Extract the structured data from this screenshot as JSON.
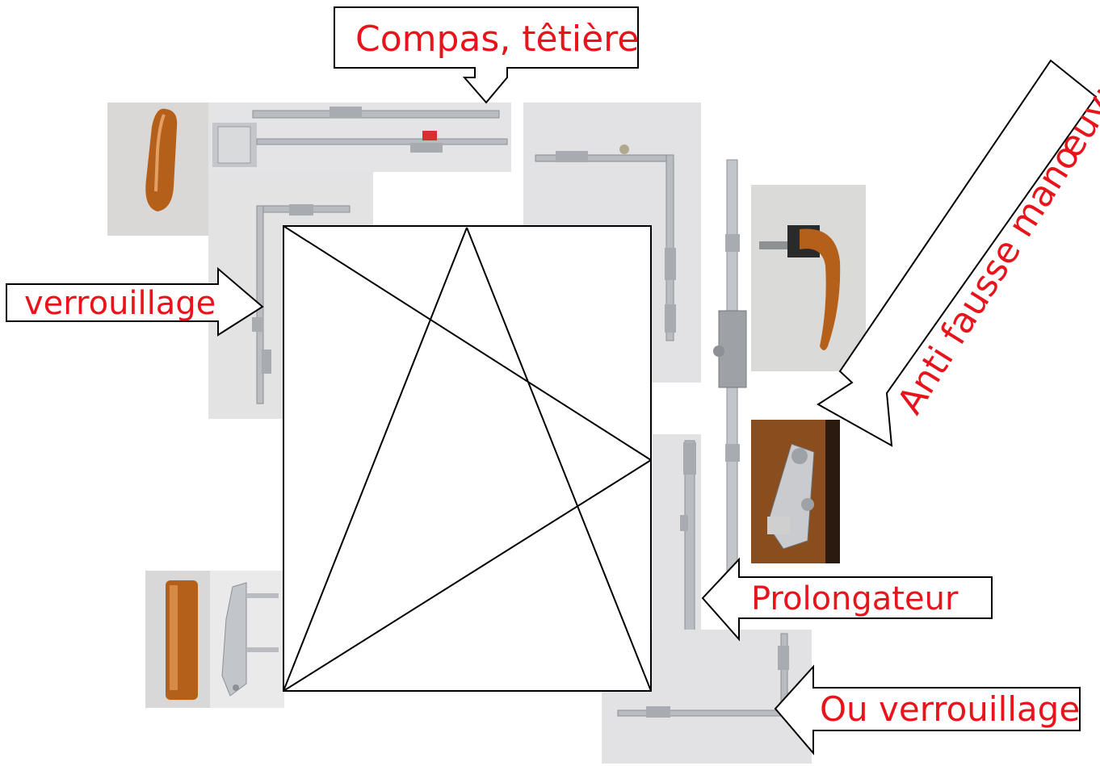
{
  "labels": {
    "top": "Compas, têtière",
    "left": "verrouillage",
    "diagonal": "Anti fausse manœuvre",
    "right_middle": "Prolongateur",
    "right_bottom": "Ou verrouillage"
  },
  "photos": [
    "handle-photo-brown-side",
    "compas-photo-top",
    "corner-hardware-photo-left",
    "corner-hardware-photo-top-right",
    "espagnolette-rod-photo",
    "window-handle-photo-brown",
    "anti-fausse-manoeuvre-photo",
    "prolongateur-photo",
    "handle-cover-photo-brown",
    "hinge-bracket-photo",
    "ou-verrouillage-corner-photo"
  ],
  "colors": {
    "label_text": "#e8141b",
    "outline": "#000000",
    "metal": "#b9bcc1",
    "brown": "#b5601a"
  }
}
